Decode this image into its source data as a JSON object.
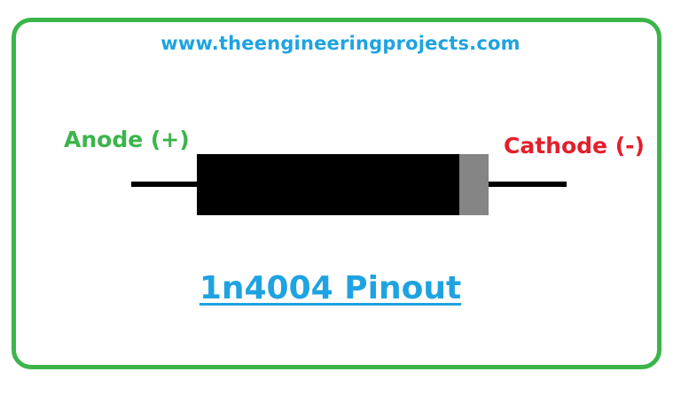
{
  "website": "www.theengineeringprojects.com",
  "labels": {
    "anode": "Anode (+)",
    "cathode": "Cathode (-)"
  },
  "title": "1n4004 Pinout",
  "colors": {
    "frame": "#3bb54a",
    "website": "#1fa3e0",
    "anode": "#3bb54a",
    "cathode": "#e2202b",
    "title": "#1fa3e0",
    "diode_body": "#000000",
    "cathode_band": "#858585"
  }
}
